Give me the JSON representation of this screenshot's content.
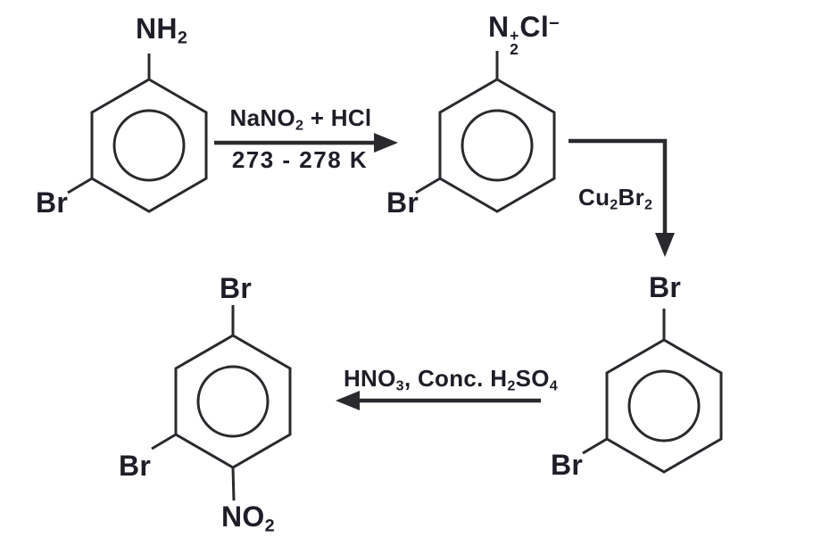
{
  "colors": {
    "background": "#ffffff",
    "text": "#1e1e28",
    "line": "#29292e"
  },
  "scheme": {
    "molecules": [
      {
        "ring": "benzene-with-aromatic-circle",
        "substituents": {
          "top": [
            {
              "t": "NH"
            },
            {
              "t": "2",
              "k": "sub"
            }
          ],
          "lower_left": [
            {
              "t": "Br"
            }
          ]
        }
      },
      {
        "ring": "benzene-with-aromatic-circle",
        "substituents": {
          "top": [
            {
              "t": "N"
            },
            {
              "sup": "+",
              "sub": "2"
            },
            {
              "t": "Cl"
            },
            {
              "t": "−",
              "k": "sup"
            }
          ],
          "lower_left": [
            {
              "t": "Br"
            }
          ]
        }
      },
      {
        "ring": "benzene-with-aromatic-circle",
        "substituents": {
          "top": [
            {
              "t": "Br"
            }
          ],
          "lower_left": [
            {
              "t": "Br"
            }
          ]
        }
      },
      {
        "ring": "benzene-with-aromatic-circle",
        "substituents": {
          "top": [
            {
              "t": "Br"
            }
          ],
          "lower_left": [
            {
              "t": "Br"
            }
          ],
          "bottom": [
            {
              "t": "NO"
            },
            {
              "t": "2",
              "k": "sub"
            }
          ]
        }
      }
    ],
    "arrows": [
      {
        "direction": "right",
        "label_above": [
          {
            "t": "NaNO"
          },
          {
            "t": "2",
            "k": "sub"
          },
          {
            "t": " + HCl"
          }
        ],
        "label_below": [
          {
            "t": "273 - 278 K"
          }
        ]
      },
      {
        "direction": "down",
        "label": [
          {
            "t": "Cu"
          },
          {
            "t": "2",
            "k": "sub"
          },
          {
            "t": "Br"
          },
          {
            "t": "2",
            "k": "sub"
          }
        ]
      },
      {
        "direction": "left",
        "label_above": [
          {
            "t": "HNO"
          },
          {
            "t": "3",
            "k": "sub"
          },
          {
            "t": ", Conc. H"
          },
          {
            "t": "2",
            "k": "sub"
          },
          {
            "t": "SO"
          },
          {
            "t": "4",
            "k": "sub"
          }
        ]
      }
    ]
  }
}
